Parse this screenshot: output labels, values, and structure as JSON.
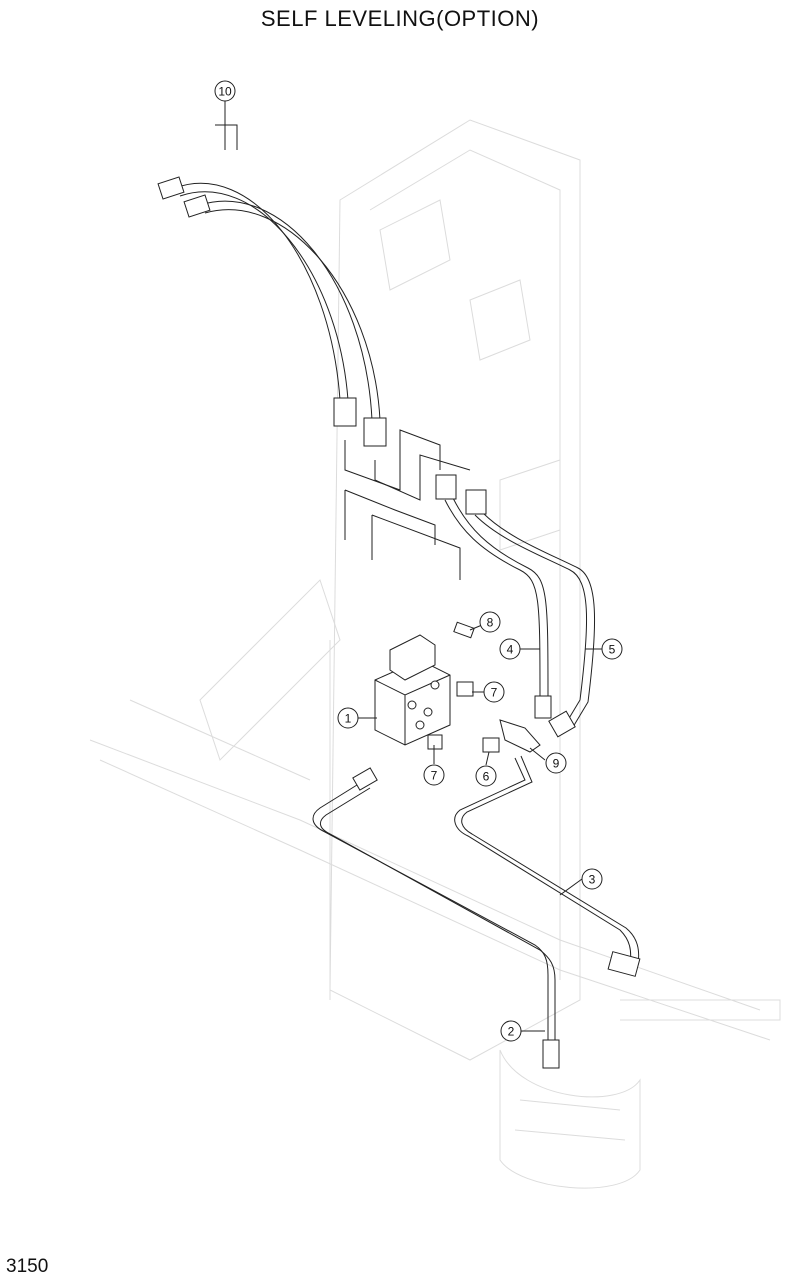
{
  "title": "SELF LEVELING(OPTION)",
  "page_number": "3150",
  "callouts": [
    "1",
    "2",
    "3",
    "4",
    "5",
    "6",
    "7",
    "7",
    "8",
    "9",
    "10"
  ]
}
